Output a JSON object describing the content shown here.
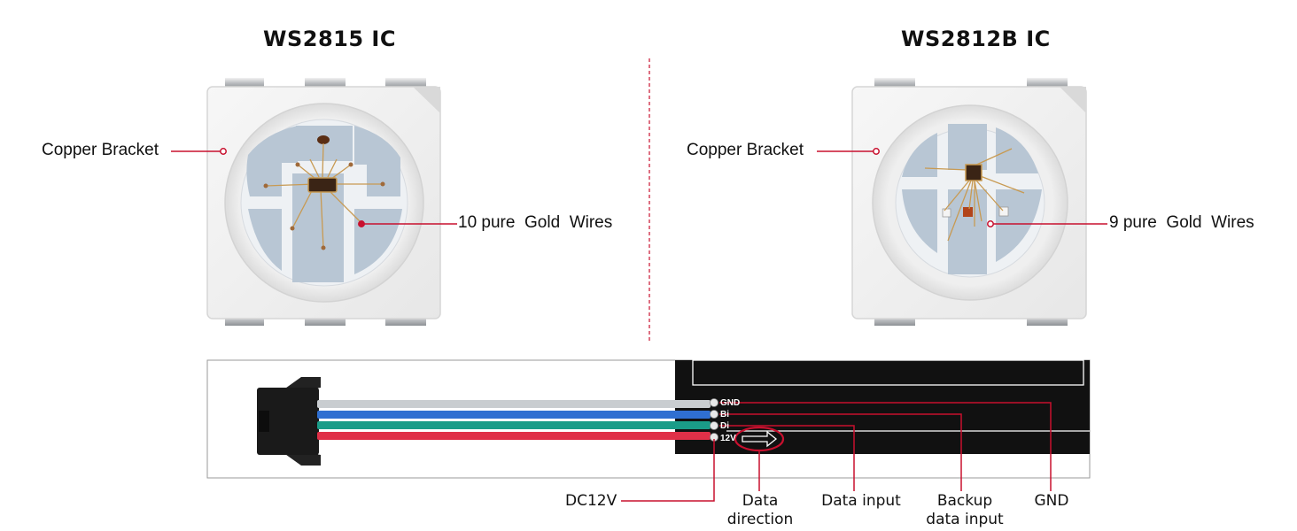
{
  "left_chip": {
    "title": "WS2815 IC",
    "bracket_label": "Copper Bracket",
    "wires_label": "10 pure  Gold  Wires"
  },
  "right_chip": {
    "title": "WS2812B IC",
    "bracket_label": "Copper Bracket",
    "wires_label": "9 pure  Gold  Wires"
  },
  "strip": {
    "pads": [
      "GND",
      "Bi",
      "Di",
      "12V"
    ],
    "wire_colors": {
      "gnd": "#c9cdd0",
      "bi": "#2f6fd1",
      "di": "#1a9c88",
      "v12": "#e03048"
    },
    "callouts": {
      "dc12v": "DC12V",
      "direction_line1": "Data",
      "direction_line2": "direction",
      "data_input": "Data input",
      "backup_line1": "Backup",
      "backup_line2": "data input",
      "gnd": "GND"
    }
  },
  "accent_color": "#c8102e"
}
